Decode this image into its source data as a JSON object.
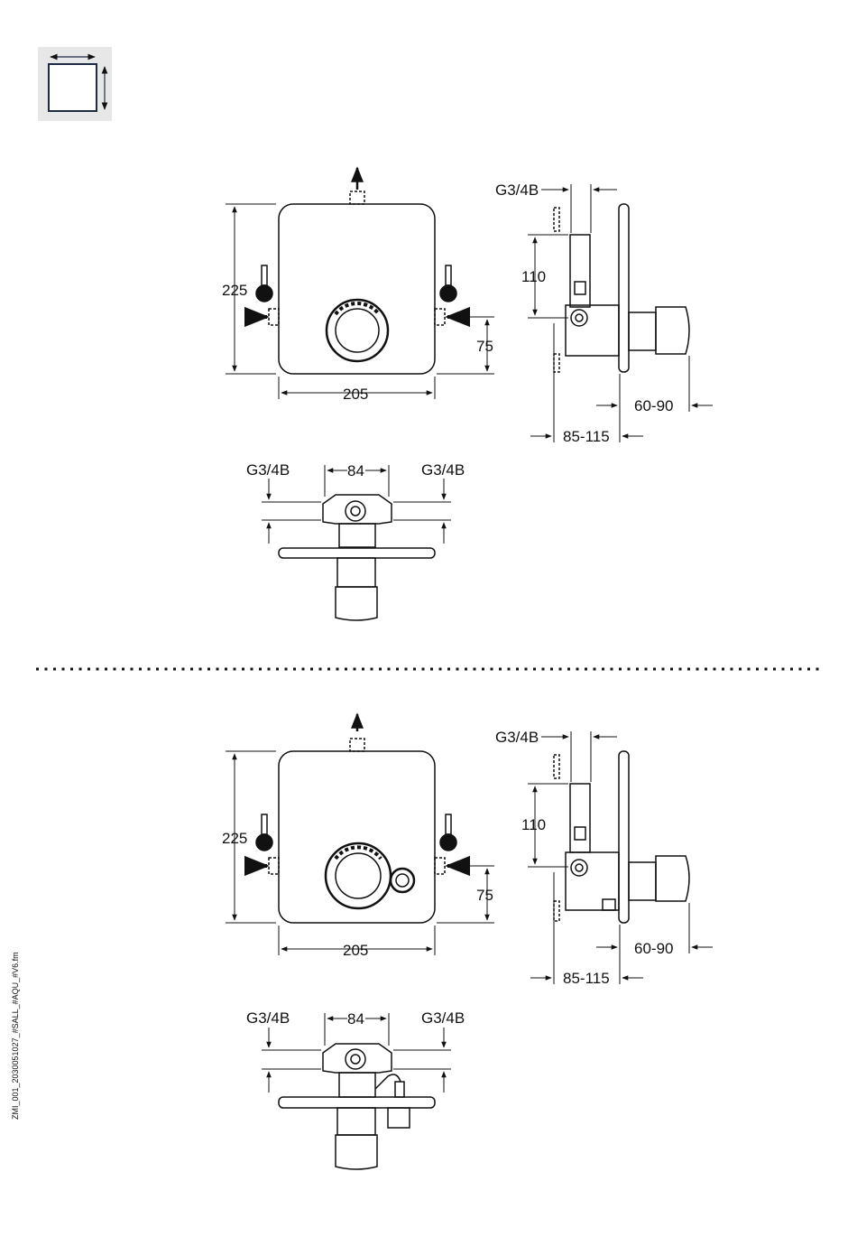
{
  "icon": {
    "name": "dimensions-icon"
  },
  "separator": {
    "style": "dotted"
  },
  "footer": {
    "code": "ZMI_001_2030051027_#SALL_#AQU_#V6.fm"
  },
  "top": {
    "height_label": "225",
    "width_label": "205",
    "offset_label": "75",
    "side_thread_label": "G3/4B",
    "side_height_label": "110",
    "side_depth_label": "60-90",
    "side_total_label": "85-115",
    "bottom_left_thread_label": "G3/4B",
    "bottom_width_label": "84",
    "bottom_right_thread_label": "G3/4B"
  },
  "bottom": {
    "height_label": "225",
    "width_label": "205",
    "offset_label": "75",
    "side_thread_label": "G3/4B",
    "side_height_label": "110",
    "side_depth_label": "60-90",
    "side_total_label": "85-115",
    "bottom_left_thread_label": "G3/4B",
    "bottom_width_label": "84",
    "bottom_right_thread_label": "G3/4B"
  }
}
